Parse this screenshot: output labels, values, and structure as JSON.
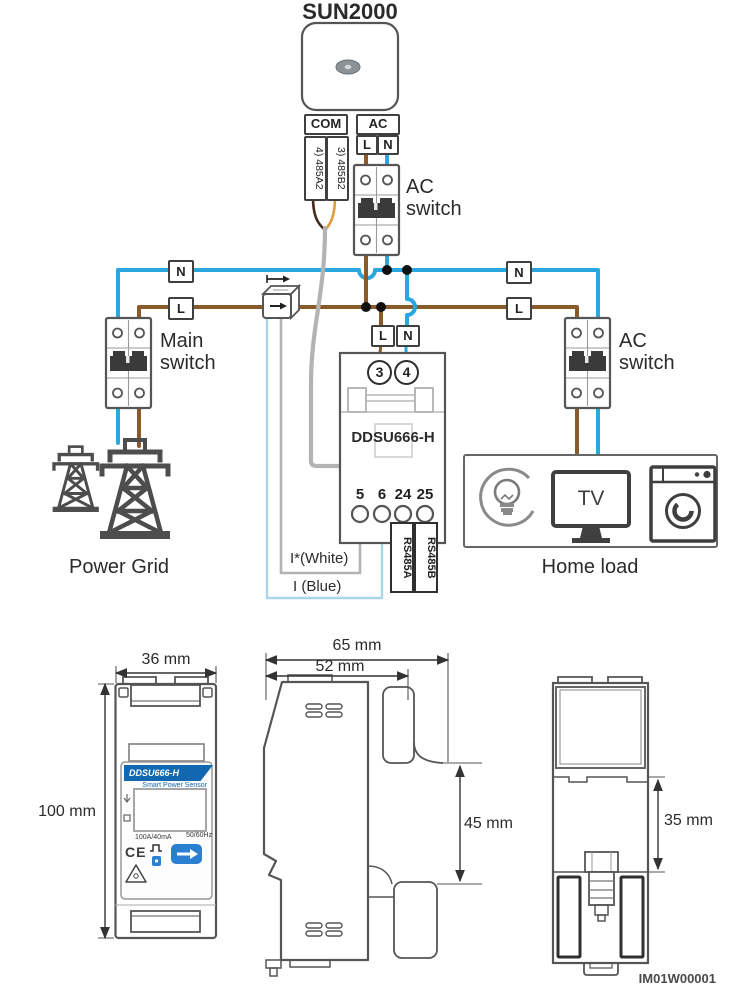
{
  "colors": {
    "wire_live_brown": "#8a5a2b",
    "wire_neutral_blue": "#2aa7de",
    "wire_rs485a_dark_brown": "#45291a",
    "wire_rs485b_orange": "#e09a3c",
    "wire_cable_gray": "#b3b3b3",
    "wire_ct_light_blue": "#a9d7e9",
    "outline_gray": "#555555",
    "banner_blue": "#1268b0",
    "button_blue": "#2a7fd0"
  },
  "wiring_diagram": {
    "inverter": {
      "title": "SUN2000"
    },
    "com_port": {
      "label": "COM",
      "pin_4": "4) 485A2",
      "pin_3": "3) 485B2"
    },
    "ac_port": {
      "label": "AC",
      "live": "L",
      "neutral": "N"
    },
    "ac_switch_top": {
      "label": "AC switch"
    },
    "main_switch": {
      "label": "Main switch"
    },
    "ac_switch_right": {
      "label": "AC switch"
    },
    "power_grid": {
      "label": "Power Grid"
    },
    "bus_labels": {
      "left_n": "N",
      "left_l": "L",
      "right_n": "N",
      "right_l": "L"
    },
    "meter": {
      "input_l": "L",
      "input_n": "N",
      "terminal_3": "3",
      "terminal_4": "4",
      "model": "DDSU666-H",
      "terminal_5": "5",
      "terminal_6": "6",
      "terminal_24": "24",
      "terminal_25": "25",
      "rs485a": "RS485A",
      "rs485b": "RS485B"
    },
    "ct_leads": {
      "white": "I*(White)",
      "blue": "I (Blue)"
    },
    "home_load": {
      "label": "Home load",
      "tv": "TV"
    }
  },
  "dimension_views": {
    "front": {
      "width": "36 mm",
      "height": "100 mm"
    },
    "side": {
      "total_depth": "65 mm",
      "body_depth": "52 mm",
      "rail_recess": "45 mm"
    },
    "back": {
      "rail_recess": "35 mm"
    },
    "meter_face": {
      "model": "DDSU666-H",
      "subtitle": "Smart Power Sensor",
      "current_rating": "100A/40mA",
      "frequency": "50/60Hz",
      "ce": "CE"
    }
  },
  "footer": {
    "doc_id": "IM01W00001"
  }
}
